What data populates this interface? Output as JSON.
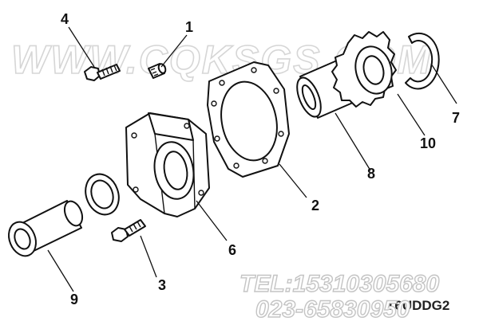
{
  "watermark": {
    "site": "WWW.CQKSGS.COM",
    "phone": "TEL:15310305680",
    "phone2": "023-65830950"
  },
  "figure_code": "T6UDDG2",
  "callouts": [
    {
      "id": "callout-1",
      "label": "1"
    },
    {
      "id": "callout-2",
      "label": "2"
    },
    {
      "id": "callout-3",
      "label": "3"
    },
    {
      "id": "callout-4",
      "label": "4"
    },
    {
      "id": "callout-6",
      "label": "6"
    },
    {
      "id": "callout-7",
      "label": "7"
    },
    {
      "id": "callout-8",
      "label": "8"
    },
    {
      "id": "callout-9",
      "label": "9"
    },
    {
      "id": "callout-10",
      "label": "10"
    }
  ]
}
